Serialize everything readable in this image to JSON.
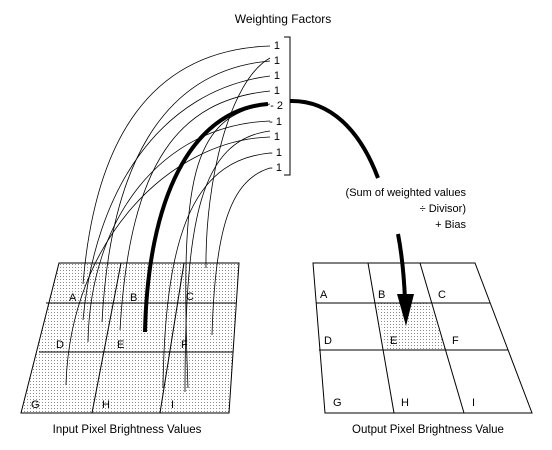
{
  "title": "Weighting Factors",
  "weights": [
    "1",
    "1",
    "1",
    "1",
    "- 2",
    "- 1",
    "1",
    "- 1",
    "- 1"
  ],
  "formula": {
    "line1": "(Sum of weighted values",
    "line2": "÷ Divisor)",
    "line3": "+ Bias"
  },
  "input_grid": {
    "caption": "Input Pixel Brightness Values",
    "cells": [
      "A",
      "B",
      "C",
      "D",
      "E",
      "F",
      "G",
      "H",
      "I"
    ]
  },
  "output_grid": {
    "caption": "Output Pixel Brightness Value",
    "cells": [
      "A",
      "B",
      "C",
      "D",
      "E",
      "F",
      "G",
      "H",
      "I"
    ]
  },
  "colors": {
    "ink": "#000000",
    "stipple": "#808080",
    "paper": "#ffffff"
  }
}
